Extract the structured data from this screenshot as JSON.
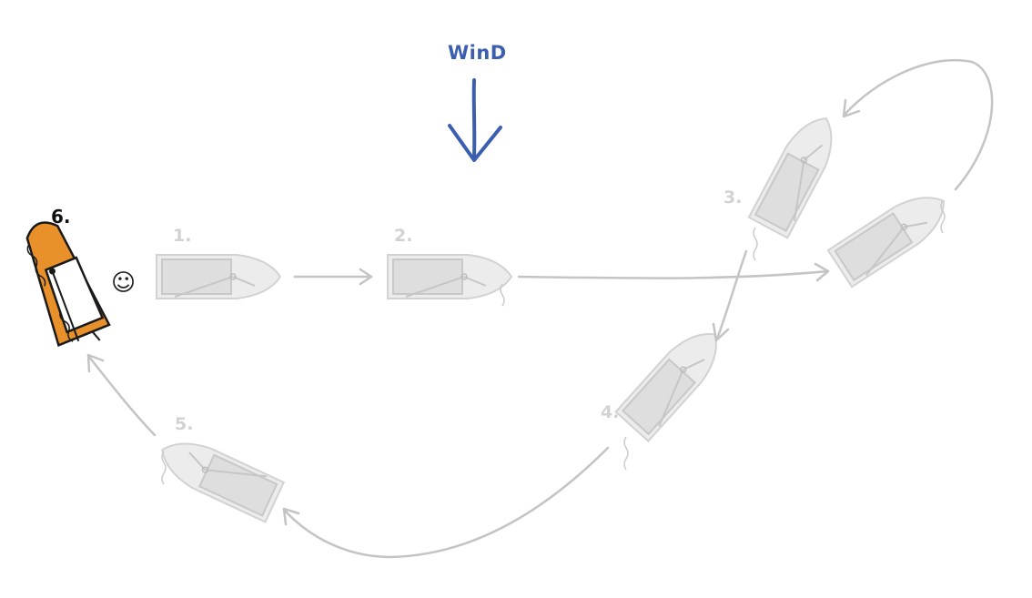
{
  "wind": {
    "label": "WinD"
  },
  "steps": [
    {
      "label": "1."
    },
    {
      "label": "2."
    },
    {
      "label": "3."
    },
    {
      "label": "4."
    },
    {
      "label": "5."
    },
    {
      "label": "6."
    }
  ],
  "smiley": "☺",
  "colors": {
    "ghost_hull": "#ececec",
    "ghost_stroke": "#d0d0d0",
    "arrow": "#c4c4c4",
    "wind": "#3b5fb0",
    "active_hull": "#e8902a",
    "active_stroke": "#1a1a1a"
  }
}
